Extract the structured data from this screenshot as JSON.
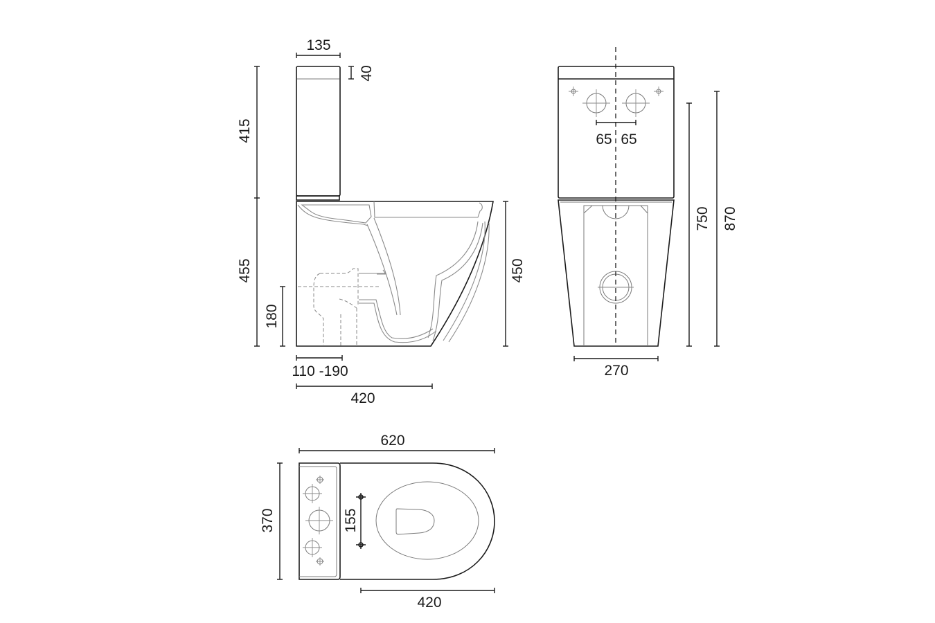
{
  "side_view": {
    "tank_width": "135",
    "lid_height": "40",
    "tank_height": "415",
    "bowl_height": "455",
    "inlet_height": "180",
    "outlet_range": "110 -190",
    "bowl_depth": "420",
    "bowl_rim_height": "450"
  },
  "front_view": {
    "hole_offset_left": "65",
    "hole_offset_right": "65",
    "base_width": "270",
    "height_750": "750",
    "height_870": "870"
  },
  "top_view": {
    "overall_length": "620",
    "overall_width": "370",
    "seat_fixing_spacing": "155",
    "bowl_length": "420"
  }
}
